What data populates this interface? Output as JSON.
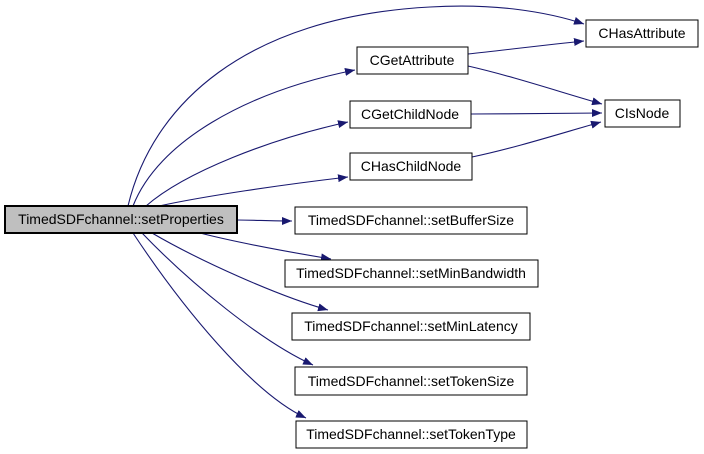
{
  "diagram": {
    "type": "call-graph",
    "colors": {
      "edge": "#191970",
      "node_fill": "#ffffff",
      "highlighted_node_fill": "#bfbfbf",
      "node_border": "#000000",
      "background": "#ffffff"
    },
    "nodes": {
      "setProperties": {
        "label": "TimedSDFchannel::setProperties",
        "highlighted": true
      },
      "CGetAttribute": {
        "label": "CGetAttribute"
      },
      "CGetChildNode": {
        "label": "CGetChildNode"
      },
      "CHasChildNode": {
        "label": "CHasChildNode"
      },
      "setBufferSize": {
        "label": "TimedSDFchannel::setBufferSize"
      },
      "setMinBandwidth": {
        "label": "TimedSDFchannel::setMinBandwidth"
      },
      "setMinLatency": {
        "label": "TimedSDFchannel::setMinLatency"
      },
      "setTokenSize": {
        "label": "TimedSDFchannel::setTokenSize"
      },
      "setTokenType": {
        "label": "TimedSDFchannel::setTokenType"
      },
      "CHasAttribute": {
        "label": "CHasAttribute"
      },
      "CIsNode": {
        "label": "CIsNode"
      }
    },
    "edges": [
      {
        "from": "TimedSDFchannel::setProperties",
        "to": "CHasAttribute"
      },
      {
        "from": "TimedSDFchannel::setProperties",
        "to": "CGetAttribute"
      },
      {
        "from": "TimedSDFchannel::setProperties",
        "to": "CGetChildNode"
      },
      {
        "from": "TimedSDFchannel::setProperties",
        "to": "CHasChildNode"
      },
      {
        "from": "TimedSDFchannel::setProperties",
        "to": "TimedSDFchannel::setBufferSize"
      },
      {
        "from": "TimedSDFchannel::setProperties",
        "to": "TimedSDFchannel::setMinBandwidth"
      },
      {
        "from": "TimedSDFchannel::setProperties",
        "to": "TimedSDFchannel::setMinLatency"
      },
      {
        "from": "TimedSDFchannel::setProperties",
        "to": "TimedSDFchannel::setTokenSize"
      },
      {
        "from": "TimedSDFchannel::setProperties",
        "to": "TimedSDFchannel::setTokenType"
      },
      {
        "from": "CGetAttribute",
        "to": "CHasAttribute"
      },
      {
        "from": "CGetAttribute",
        "to": "CIsNode"
      },
      {
        "from": "CGetChildNode",
        "to": "CIsNode"
      },
      {
        "from": "CHasChildNode",
        "to": "CIsNode"
      }
    ]
  }
}
